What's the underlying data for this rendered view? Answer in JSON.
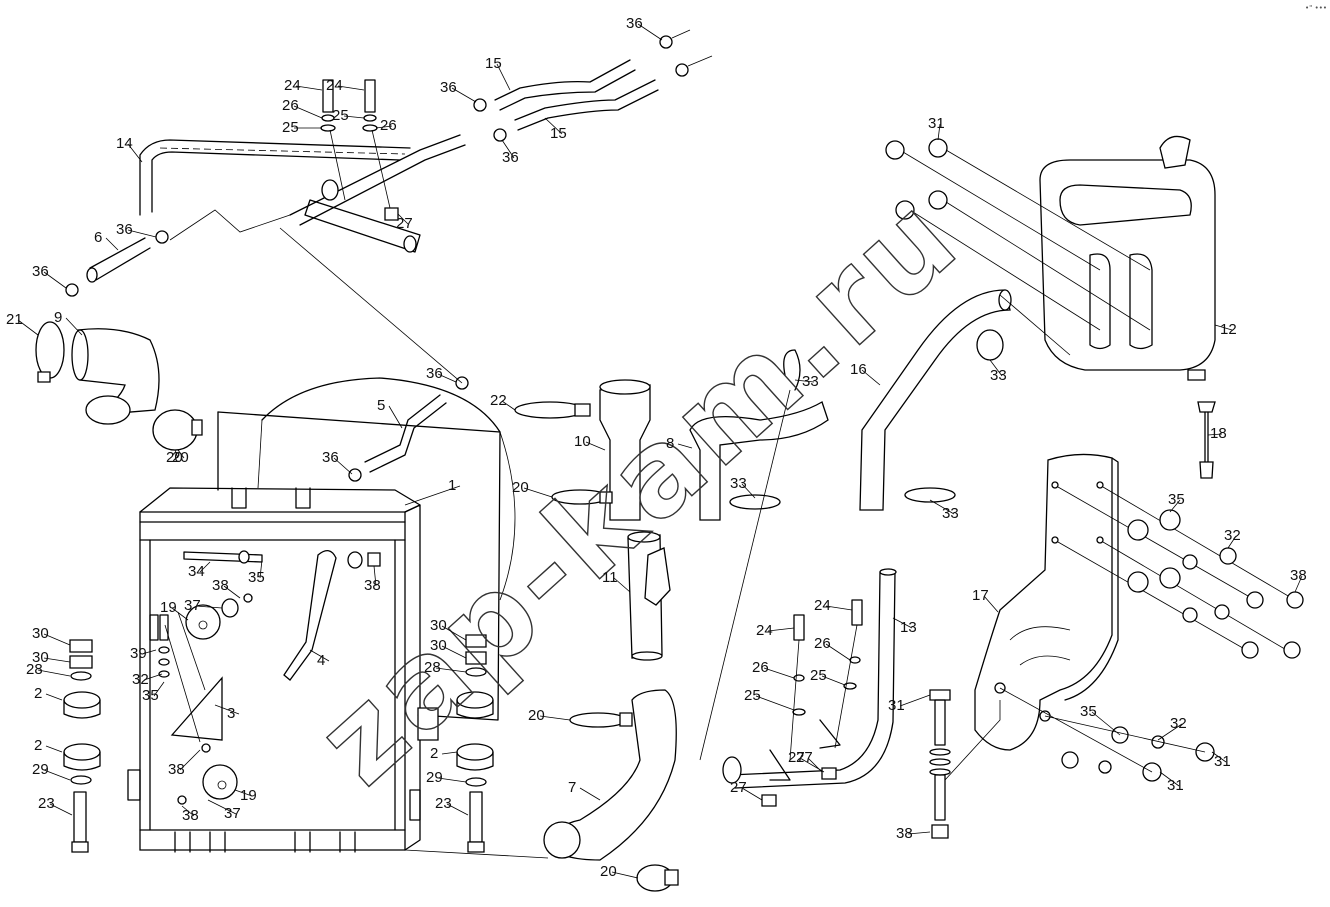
{
  "watermark": "zap-kam.ru",
  "corner_mark": "•\" •••",
  "callouts": [
    "1",
    "2",
    "2",
    "2",
    "3",
    "4",
    "5",
    "6",
    "7",
    "8",
    "9",
    "10",
    "11",
    "12",
    "13",
    "14",
    "15",
    "15",
    "16",
    "17",
    "18",
    "19",
    "19",
    "20",
    "20",
    "20",
    "20",
    "20",
    "21",
    "22",
    "23",
    "23",
    "24",
    "24",
    "24",
    "24",
    "25",
    "25",
    "25",
    "25",
    "26",
    "26",
    "26",
    "26",
    "27",
    "27",
    "27",
    "27",
    "28",
    "28",
    "29",
    "29",
    "30",
    "30",
    "30",
    "30",
    "31",
    "31",
    "31",
    "31",
    "32",
    "32",
    "32",
    "33",
    "33",
    "33",
    "33",
    "34",
    "35",
    "35",
    "35",
    "35",
    "36",
    "36",
    "36",
    "36",
    "36",
    "36",
    "36",
    "37",
    "37",
    "38",
    "38",
    "38",
    "38",
    "38",
    "38",
    "39"
  ]
}
